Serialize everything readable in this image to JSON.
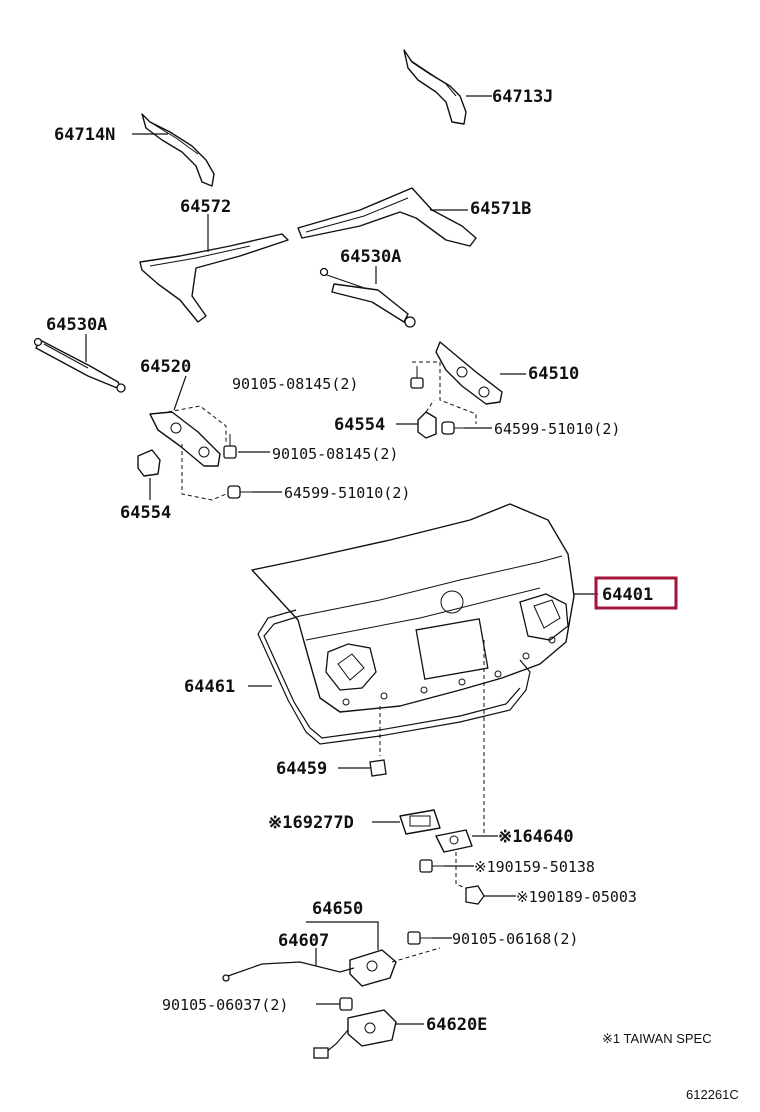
{
  "labels": {
    "p64713J": "64713J",
    "p64714N": "64714N",
    "p64572": "64572",
    "p64571B": "64571B",
    "p64530A_r": "64530A",
    "p64530A_l": "64530A",
    "p64520": "64520",
    "p64510": "64510",
    "bolt_90105_08145_r": "90105-08145(2)",
    "bolt_90105_08145_l": "90105-08145(2)",
    "p64554_r": "64554",
    "p64554_l": "64554",
    "p64599_r": "64599-51010(2)",
    "p64599_l": "64599-51010(2)",
    "p64401": "64401",
    "p64461": "64461",
    "p64459": "64459",
    "p69277D": "※169277D",
    "p64640": "※164640",
    "p90159": "※190159-50138",
    "p90189": "※190189-05003",
    "p64650": "64650",
    "p64607": "64607",
    "p90105_06168": "90105-06168(2)",
    "p90105_06037": "90105-06037(2)",
    "p64620E": "64620E"
  },
  "footnote": "※1 TAIWAN SPEC",
  "diagram_id": "612261C",
  "highlight_color": "#a3153a"
}
